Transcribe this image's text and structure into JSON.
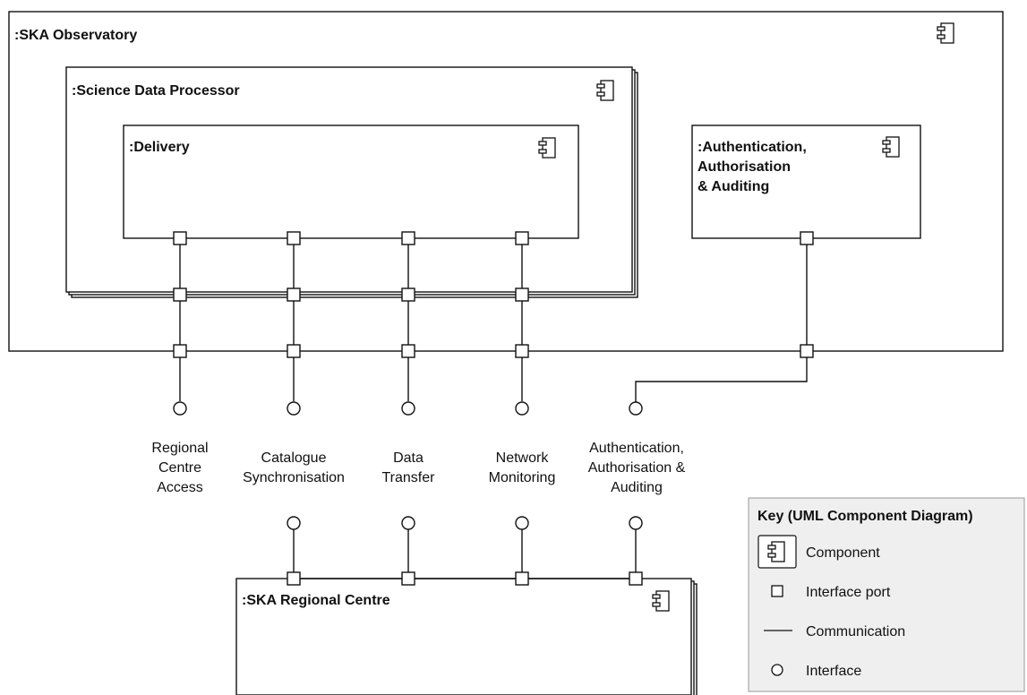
{
  "components": {
    "observatory": ":SKA Observatory",
    "sdp": ":Science Data Processor",
    "delivery": ":Delivery",
    "aaa": [
      ":Authentication,",
      "Authorisation",
      "& Auditing"
    ],
    "regional": ":SKA Regional Centre"
  },
  "interfaces": [
    {
      "lines": [
        "Regional",
        "Centre",
        "Access"
      ]
    },
    {
      "lines": [
        "Catalogue",
        "Synchronisation"
      ]
    },
    {
      "lines": [
        "Data",
        "Transfer"
      ]
    },
    {
      "lines": [
        "Network",
        "Monitoring"
      ]
    },
    {
      "lines": [
        "Authentication,",
        "Authorisation &",
        "Auditing"
      ]
    }
  ],
  "key": {
    "title": "Key (UML Component Diagram)",
    "component": "Component",
    "port": "Interface port",
    "communication": "Communication",
    "interface": "Interface"
  },
  "icons": {
    "component": "component-icon",
    "port": "interface-port-icon",
    "interface": "interface-icon"
  }
}
